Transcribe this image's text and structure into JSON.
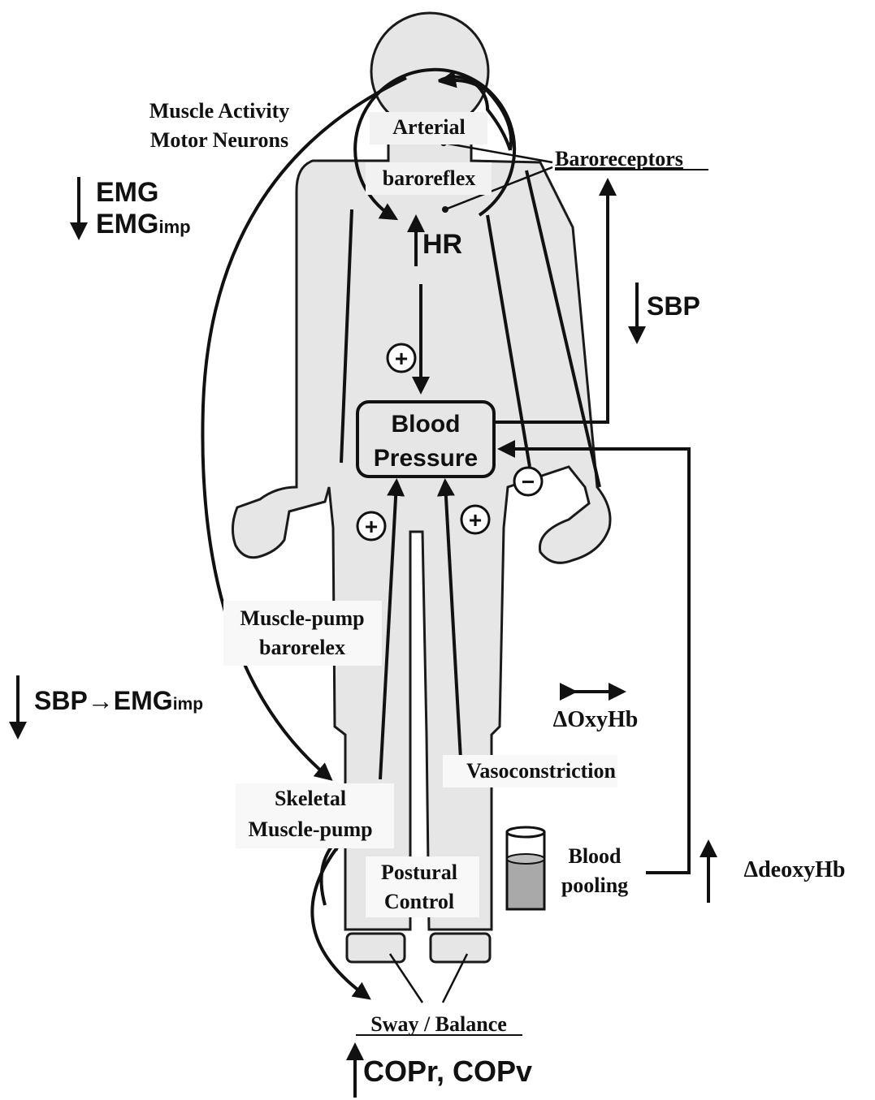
{
  "labels": {
    "muscle_activity": "Muscle Activity",
    "motor_neurons": "Motor Neurons",
    "arterial": "Arterial",
    "baroreflex": "baroreflex",
    "baroreceptors": "Baroreceptors",
    "emg": "EMG",
    "emg_imp_base": "EMG",
    "emg_imp_sub": "imp",
    "hr": "HR",
    "sbp_right": "SBP",
    "plus": "+",
    "minus": "−",
    "blood": "Blood",
    "pressure": "Pressure",
    "muscle_pump": "Muscle-pump",
    "barorelex": "barorelex",
    "sbp_emg_left": "SBP",
    "sbp_emg_arrow": "→",
    "sbp_emg_base": "EMG",
    "sbp_emg_sub": "imp",
    "oxyhb": "ΔOxyHb",
    "vasoconstriction": "Vasoconstriction",
    "skeletal": "Skeletal",
    "skeletal_muscle_pump": "Muscle-pump",
    "postural": "Postural",
    "control": "Control",
    "blood_pooling_1": "Blood",
    "blood_pooling_2": "pooling",
    "deoxyhb": "ΔdeoxyHb",
    "sway_balance": "Sway / Balance",
    "copr_copv": "COPr, COPv"
  },
  "colors": {
    "body": "#e6e6e6",
    "ink": "#111111",
    "liquid": "#a9a9a9"
  }
}
